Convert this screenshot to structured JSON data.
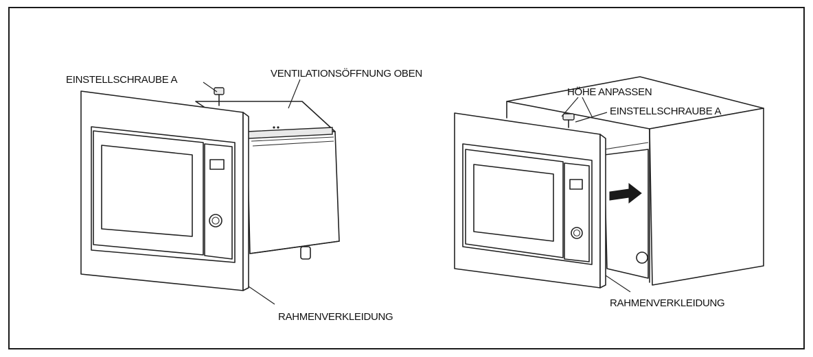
{
  "left_view": {
    "label_screw": "EINSTELLSCHRAUBE A",
    "label_vent": "VENTILATIONSÖFFNUNG OBEN",
    "label_trim": "RAHMENVERKLEIDUNG"
  },
  "right_view": {
    "label_height": "HÖHE ANPASSEN",
    "label_screw": "EINSTELLSCHRAUBE A",
    "label_trim": "RAHMENVERKLEIDUNG"
  },
  "colors": {
    "line": "#222222",
    "background": "#ffffff",
    "arrow": "#1a1a1a"
  }
}
